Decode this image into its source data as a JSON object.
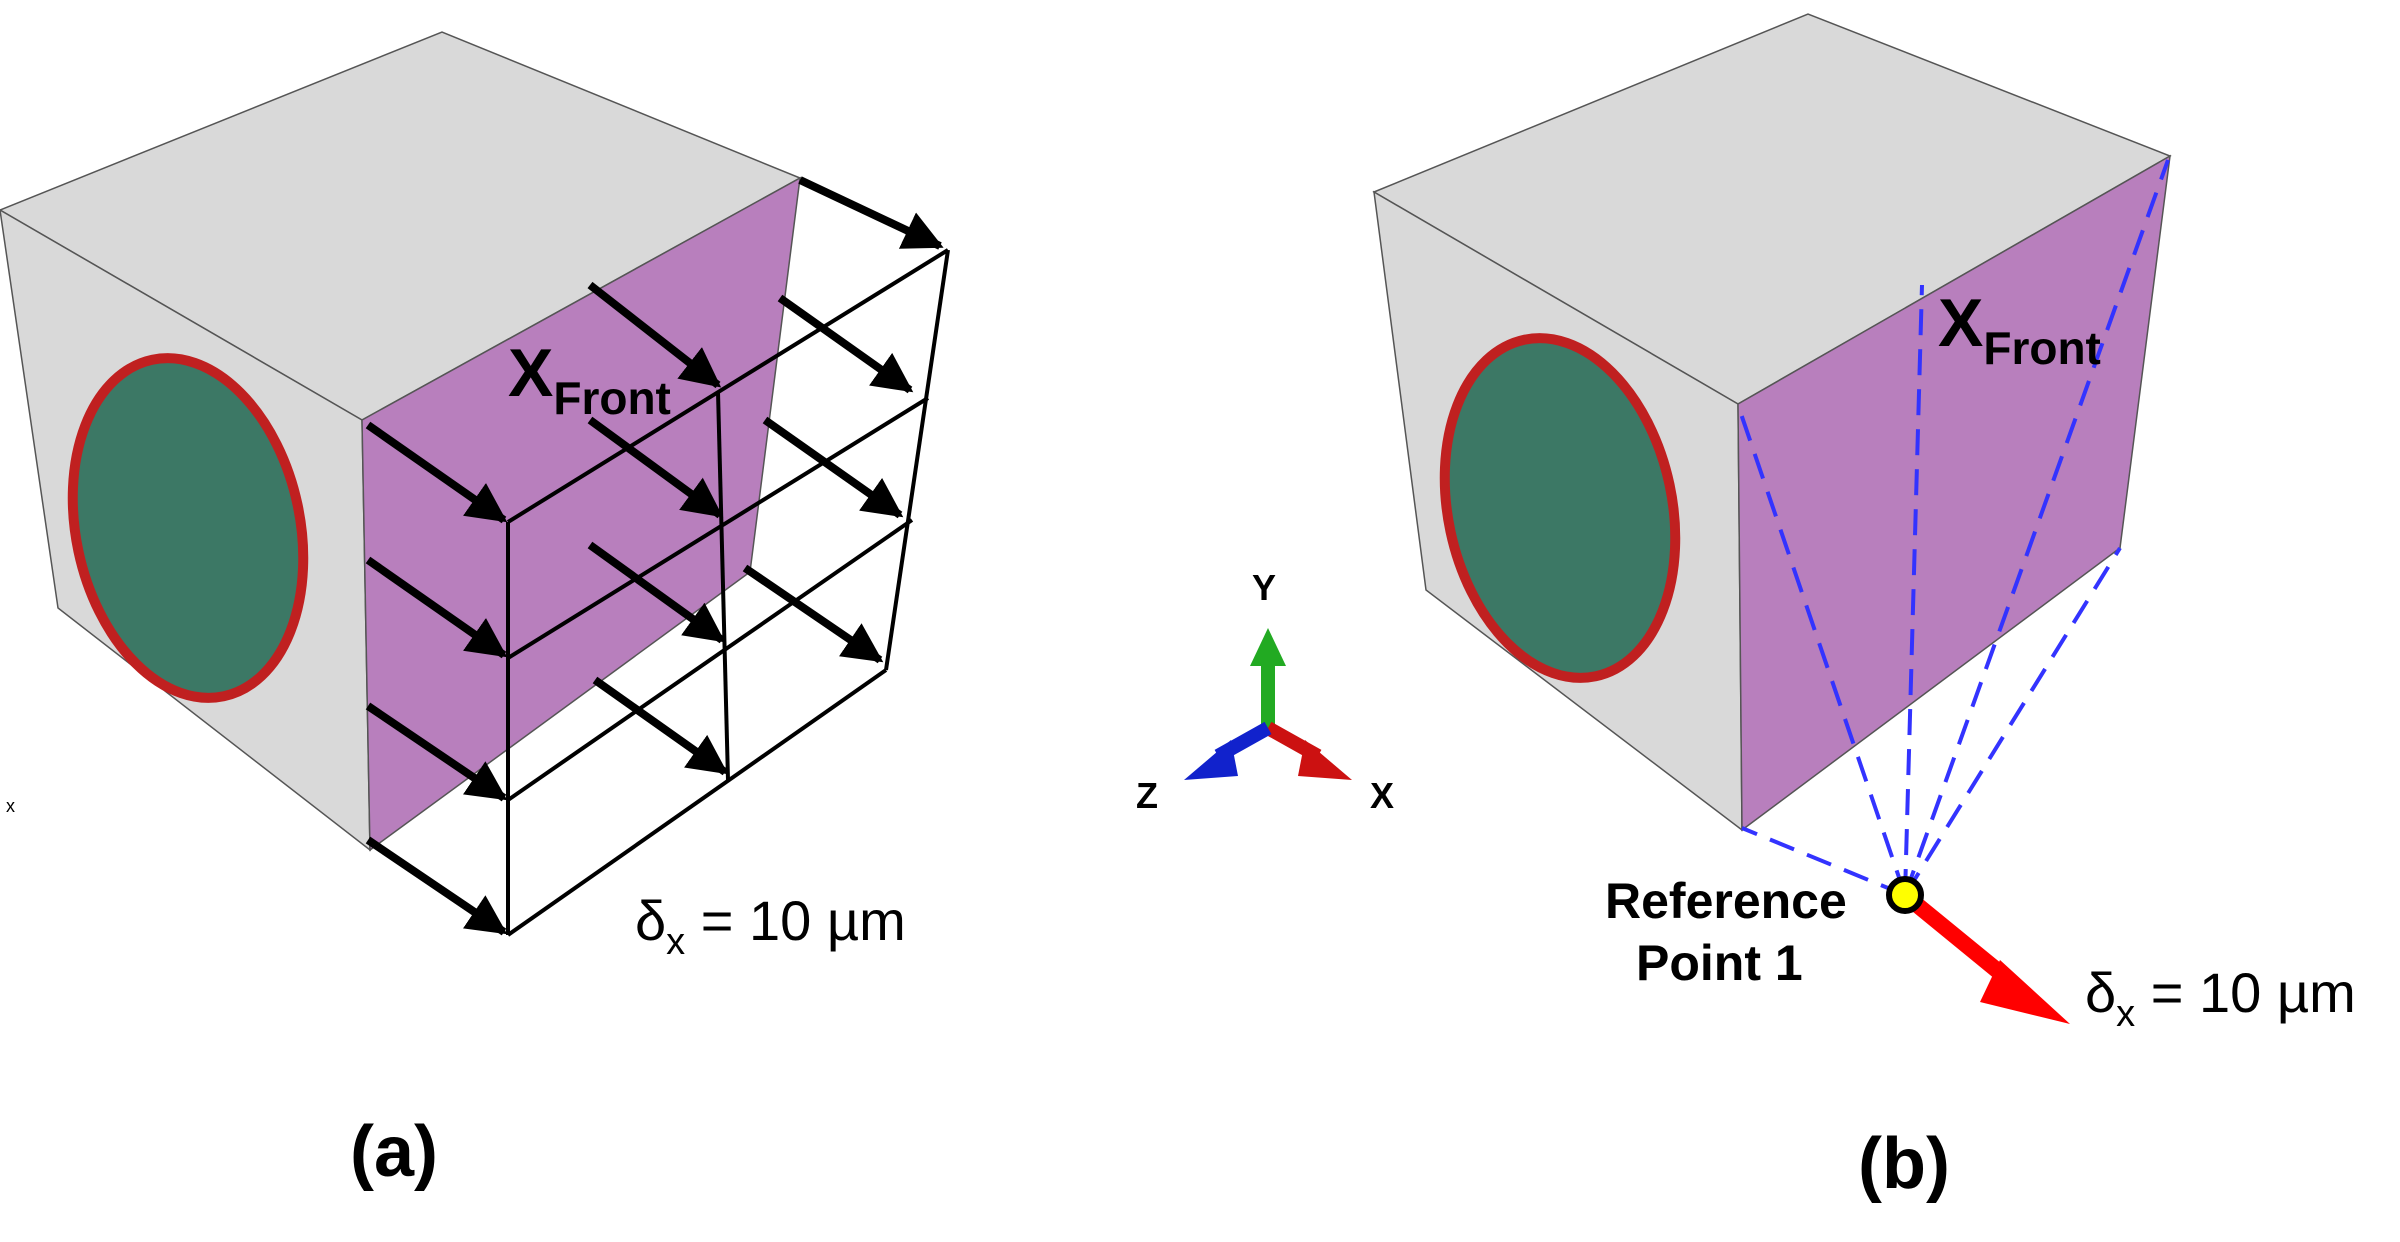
{
  "panel_a": {
    "face_label_main": "X",
    "face_label_sub": "Front",
    "displacement_symbol": "δ",
    "displacement_sub": "x",
    "displacement_value": " = 10 µm",
    "caption": "(a)",
    "stray_mark": "x"
  },
  "panel_b": {
    "face_label_main": "X",
    "face_label_sub": "Front",
    "ref_point_line1": "Reference",
    "ref_point_line2": "Point 1",
    "displacement_symbol": "δ",
    "displacement_sub": "x",
    "displacement_value": " = 10 µm",
    "caption": "(b)"
  },
  "axes_triad": {
    "y_label": "Y",
    "x_label": "X",
    "z_label": "Z"
  },
  "colors": {
    "cube_face": "#d9d9d9",
    "front_face": "#b87fbd",
    "fiber": "#3c7865",
    "fiber_rim": "#c02020",
    "arrow_black": "#000000",
    "tie_line": "#3333ff",
    "ref_point": "#ffff00",
    "disp_arrow": "#ff0000",
    "axis_y": "#22aa22",
    "axis_x": "#cc1111",
    "axis_z": "#1122cc"
  }
}
